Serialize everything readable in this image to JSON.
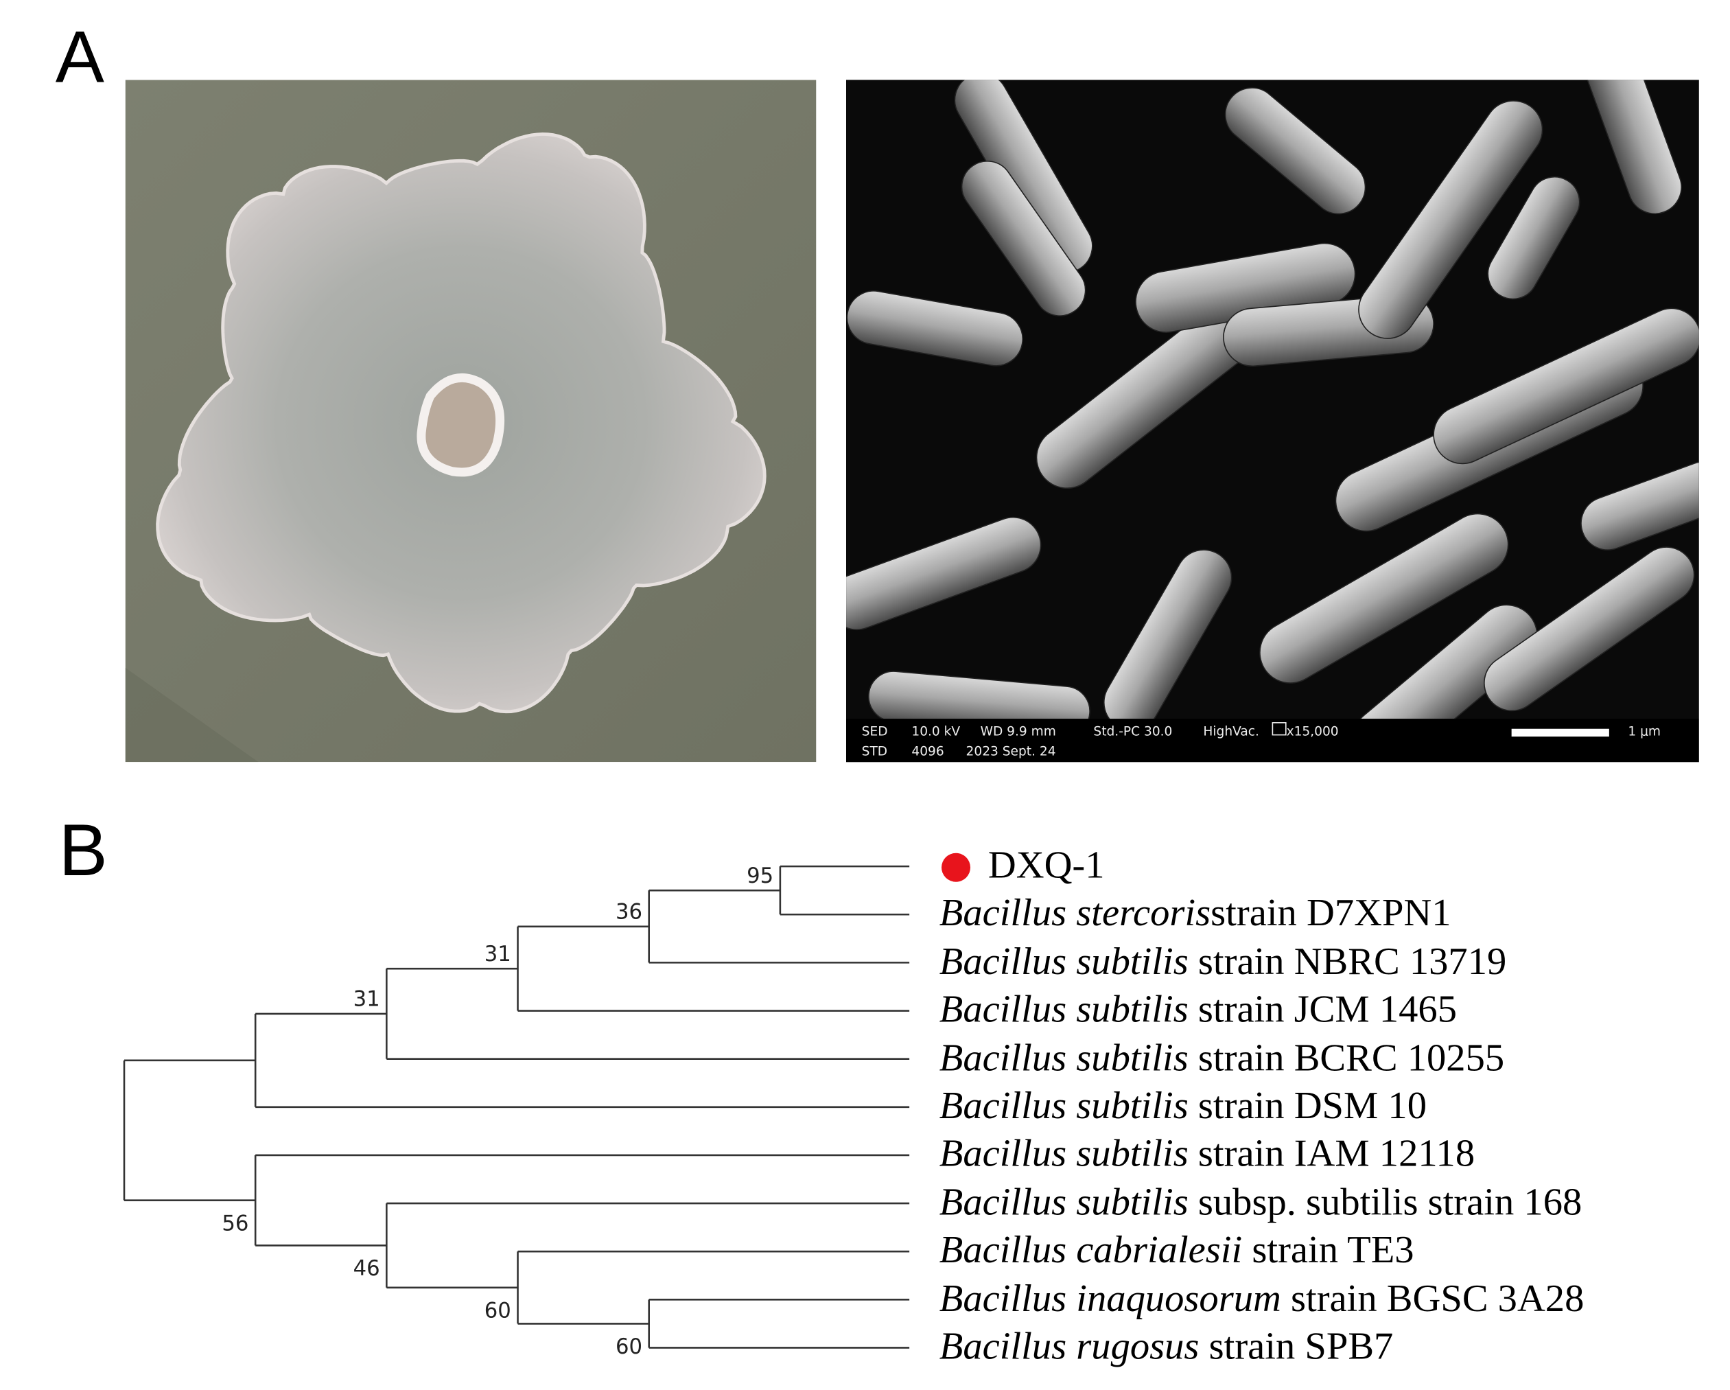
{
  "panels": {
    "a_label": "A",
    "b_label": "B"
  },
  "sem_info": {
    "detector": "SED",
    "voltage": "10.0 kV",
    "wd": "WD 9.9 mm",
    "spot": "Std.-PC 30.0",
    "vacuum": "HighVac.",
    "magnification": "x15,000",
    "scale": "1 μm",
    "mode": "STD",
    "resolution": "4096",
    "date": "2023 Sept. 24"
  },
  "tree": {
    "leaves": [
      {
        "italic": "",
        "text": "DXQ-1",
        "marker": "red-dot"
      },
      {
        "italic": "Bacillus stercoris",
        "text": "strain D7XPN1"
      },
      {
        "italic": "Bacillus subtilis",
        "text": " strain NBRC 13719"
      },
      {
        "italic": "Bacillus subtilis",
        "text": " strain JCM 1465"
      },
      {
        "italic": "Bacillus subtilis",
        "text": " strain BCRC 10255"
      },
      {
        "italic": "Bacillus subtilis",
        "text": " strain DSM 10"
      },
      {
        "italic": "Bacillus subtilis",
        "text": " strain IAM 12118"
      },
      {
        "italic": "Bacillus subtilis",
        "text": " subsp. subtilis strain 168"
      },
      {
        "italic": "Bacillus cabrialesii",
        "text": " strain TE3"
      },
      {
        "italic": "Bacillus inaquosorum",
        "text": " strain BGSC 3A28"
      },
      {
        "italic": "Bacillus rugosus",
        "text": " strain SPB7"
      }
    ],
    "topology": {
      "c": [
        {
          "c": [
            {
              "b": "31",
              "c": [
                {
                  "b": "31",
                  "c": [
                    {
                      "b": "36",
                      "c": [
                        {
                          "b": "95",
                          "c": [
                            0,
                            1
                          ]
                        },
                        2
                      ]
                    },
                    3
                  ]
                },
                4
              ]
            },
            5
          ]
        },
        {
          "b": "56",
          "c": [
            6,
            {
              "b": "46",
              "c": [
                7,
                {
                  "b": "60",
                  "c": [
                    8,
                    {
                      "b": "60",
                      "c": [
                        9,
                        10
                      ]
                    }
                  ]
                }
              ]
            }
          ]
        }
      ]
    },
    "marker_color": "#e8141c"
  }
}
